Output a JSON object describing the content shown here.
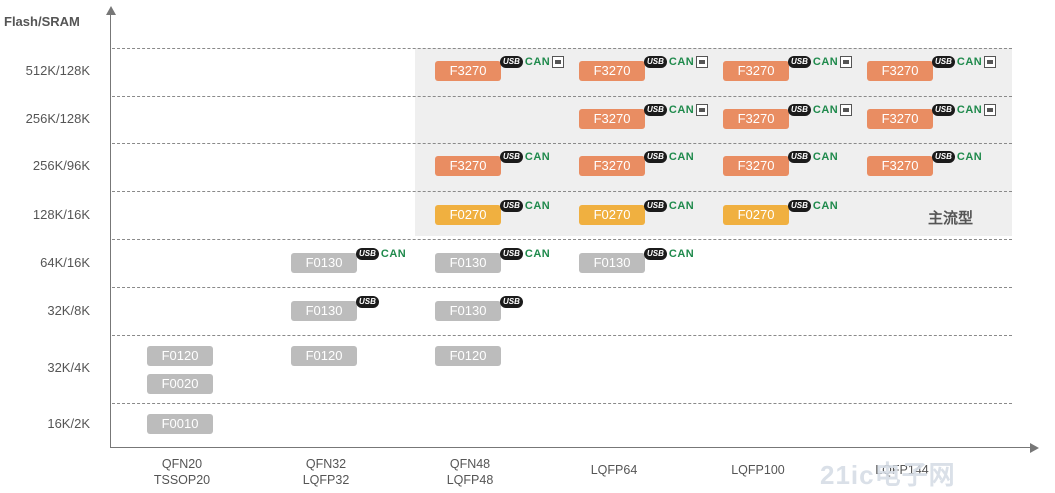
{
  "chart_data": {
    "type": "table",
    "ylabel": "Flash/SRAM",
    "rows": [
      "512K/128K",
      "256K/128K",
      "256K/96K",
      "128K/16K",
      "64K/16K",
      "32K/8K",
      "32K/4K",
      "16K/2K"
    ],
    "columns": [
      "QFN20\nTSSOP20",
      "QFN32\nLQFP32",
      "QFN48\nLQFP48",
      "LQFP64",
      "LQFP100",
      "LQFP144"
    ],
    "column_lines": [
      [
        "QFN20",
        "TSSOP20"
      ],
      [
        "QFN32",
        "LQFP32"
      ],
      [
        "QFN48",
        "LQFP48"
      ],
      [
        "LQFP64"
      ],
      [
        "LQFP100"
      ],
      [
        "LQFP144"
      ]
    ],
    "cells": [
      {
        "row": 0,
        "col": 2,
        "part": "F3270",
        "family": "F3",
        "usb": true,
        "can": true,
        "eth": true
      },
      {
        "row": 0,
        "col": 3,
        "part": "F3270",
        "family": "F3",
        "usb": true,
        "can": true,
        "eth": true
      },
      {
        "row": 0,
        "col": 4,
        "part": "F3270",
        "family": "F3",
        "usb": true,
        "can": true,
        "eth": true
      },
      {
        "row": 0,
        "col": 5,
        "part": "F3270",
        "family": "F3",
        "usb": true,
        "can": true,
        "eth": true
      },
      {
        "row": 1,
        "col": 3,
        "part": "F3270",
        "family": "F3",
        "usb": true,
        "can": true,
        "eth": true
      },
      {
        "row": 1,
        "col": 4,
        "part": "F3270",
        "family": "F3",
        "usb": true,
        "can": true,
        "eth": true
      },
      {
        "row": 1,
        "col": 5,
        "part": "F3270",
        "family": "F3",
        "usb": true,
        "can": true,
        "eth": true
      },
      {
        "row": 2,
        "col": 2,
        "part": "F3270",
        "family": "F3",
        "usb": true,
        "can": true,
        "eth": false
      },
      {
        "row": 2,
        "col": 3,
        "part": "F3270",
        "family": "F3",
        "usb": true,
        "can": true,
        "eth": false
      },
      {
        "row": 2,
        "col": 4,
        "part": "F3270",
        "family": "F3",
        "usb": true,
        "can": true,
        "eth": false
      },
      {
        "row": 2,
        "col": 5,
        "part": "F3270",
        "family": "F3",
        "usb": true,
        "can": true,
        "eth": false
      },
      {
        "row": 3,
        "col": 2,
        "part": "F0270",
        "family": "F0-mid",
        "usb": true,
        "can": true,
        "eth": false
      },
      {
        "row": 3,
        "col": 3,
        "part": "F0270",
        "family": "F0-mid",
        "usb": true,
        "can": true,
        "eth": false
      },
      {
        "row": 3,
        "col": 4,
        "part": "F0270",
        "family": "F0-mid",
        "usb": true,
        "can": true,
        "eth": false
      },
      {
        "row": 4,
        "col": 1,
        "part": "F0130",
        "family": "F0",
        "usb": true,
        "can": true,
        "eth": false
      },
      {
        "row": 4,
        "col": 2,
        "part": "F0130",
        "family": "F0",
        "usb": true,
        "can": true,
        "eth": false
      },
      {
        "row": 4,
        "col": 3,
        "part": "F0130",
        "family": "F0",
        "usb": true,
        "can": true,
        "eth": false
      },
      {
        "row": 5,
        "col": 1,
        "part": "F0130",
        "family": "F0",
        "usb": true,
        "can": false,
        "eth": false
      },
      {
        "row": 5,
        "col": 2,
        "part": "F0130",
        "family": "F0",
        "usb": true,
        "can": false,
        "eth": false
      },
      {
        "row": 6,
        "col": 0,
        "part": "F0120",
        "family": "F0",
        "usb": false,
        "can": false,
        "eth": false,
        "slot": 0
      },
      {
        "row": 6,
        "col": 0,
        "part": "F0020",
        "family": "F0",
        "usb": false,
        "can": false,
        "eth": false,
        "slot": 1
      },
      {
        "row": 6,
        "col": 1,
        "part": "F0120",
        "family": "F0",
        "usb": false,
        "can": false,
        "eth": false
      },
      {
        "row": 6,
        "col": 2,
        "part": "F0120",
        "family": "F0",
        "usb": false,
        "can": false,
        "eth": false
      },
      {
        "row": 7,
        "col": 0,
        "part": "F0010",
        "family": "F0",
        "usb": false,
        "can": false,
        "eth": false
      }
    ],
    "badge_text": {
      "usb": "USB",
      "can": "CAN"
    },
    "highlight_label": "主流型",
    "grid": true
  },
  "colors": {
    "F3": "#e98d62",
    "F0-mid": "#f0b040",
    "F0": "#bcbcbc",
    "shade": "#efefef",
    "can": "#1f8a4c"
  },
  "watermark": "21ic电子网"
}
